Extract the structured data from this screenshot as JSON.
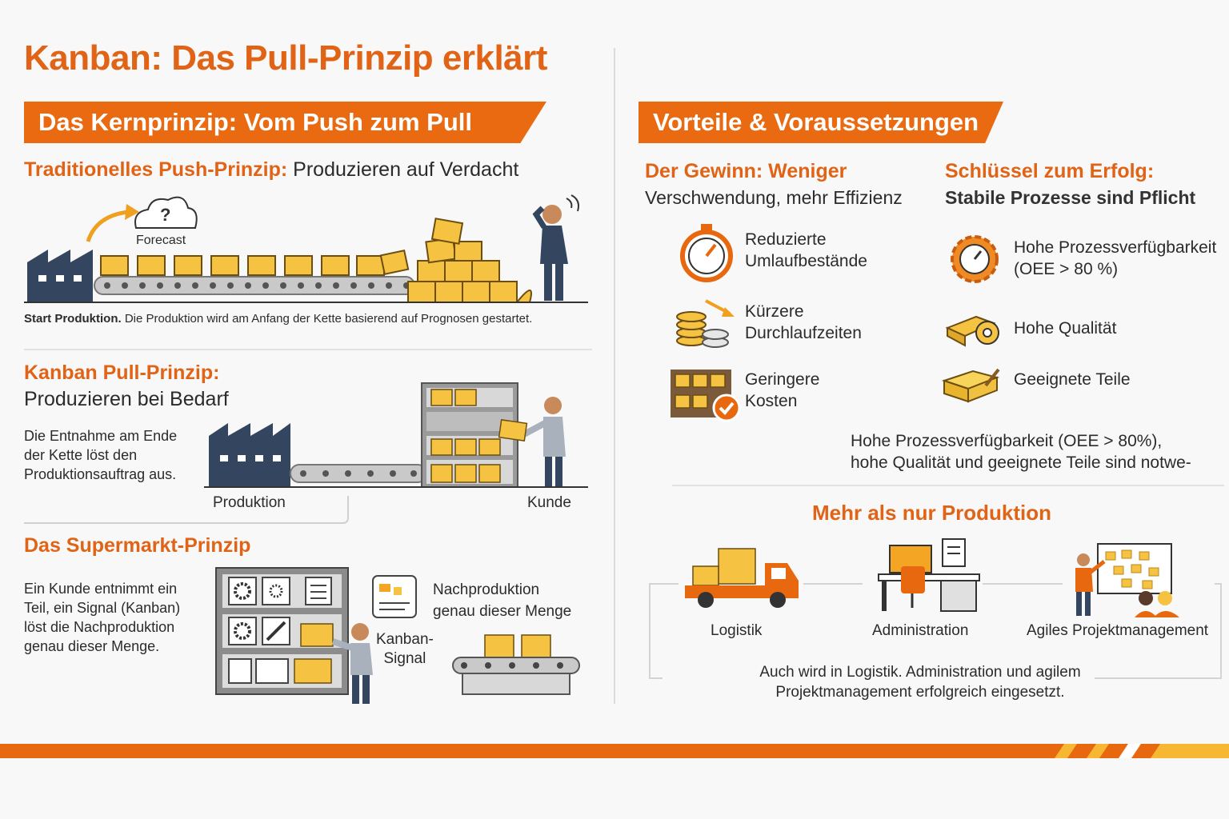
{
  "title": "Kanban: Das Pull-Prinzip erklärt",
  "left": {
    "banner": "Das Kernprinzip: Vom Push zum Pull",
    "push": {
      "heading_orange": "Traditionelles Push-Prinzip:",
      "heading_rest": "Produzieren auf Verdacht",
      "forecast_label": "Forecast",
      "forecast_mark": "?",
      "caption_bold": "Start Produktion.",
      "caption_text": "Die Produktion wird am Anfang der Kette basierend auf Prognosen gestartet."
    },
    "pull": {
      "heading_orange": "Kanban Pull-Prinzip:",
      "heading_rest": "Produzieren bei Bedarf",
      "text_lines": [
        "Die Entnahme am Ende",
        "der Kette löst den",
        "Produktionsauftrag aus."
      ],
      "label_production": "Produktion",
      "label_customer": "Kunde"
    },
    "supermarket": {
      "heading": "Das Supermarkt-Prinzip",
      "text_lines": [
        "Ein Kunde entnimmt ein",
        "Teil, ein Signal (Kanban)",
        "löst die Nachproduktion",
        "genau dieser Menge."
      ],
      "signal_label_lines": [
        "Kanban-",
        "Signal"
      ],
      "reproduction_lines": [
        "Nachproduktion",
        "genau dieser Menge"
      ]
    }
  },
  "right": {
    "banner": "Vorteile & Voraussetzungen",
    "gain": {
      "heading_orange": "Der Gewinn: Weniger",
      "heading_rest": "Verschwendung, mehr Effizienz",
      "items": [
        {
          "icon": "stopwatch-icon",
          "lines": [
            "Reduzierte",
            "Umlaufbestände"
          ]
        },
        {
          "icon": "coin-stack-icon",
          "lines": [
            "Kürzere",
            "Durchlaufzeiten"
          ]
        },
        {
          "icon": "shelf-check-icon",
          "lines": [
            "Geringere",
            "Kosten"
          ]
        }
      ]
    },
    "key": {
      "heading_orange": "Schlüssel zum Erfolg:",
      "heading_rest": "Stabile Prozesse sind Pflicht",
      "items": [
        {
          "icon": "gear-gauge-icon",
          "lines": [
            "Hohe Prozessverfügbarkeit",
            "(OEE > 80 %)"
          ]
        },
        {
          "icon": "quality-tape-icon",
          "lines": [
            "Hohe Qualität"
          ]
        },
        {
          "icon": "box-tool-icon",
          "lines": [
            "Geeignete Teile"
          ]
        }
      ],
      "summary_lines": [
        "Hohe Prozessverfügbarkeit (OEE > 80%),",
        "hohe Qualität und geeignete Teile sind notwe-"
      ]
    },
    "more": {
      "heading": "Mehr als nur Produktion",
      "areas": [
        "Logistik",
        "Administration",
        "Agiles Projektmanagement"
      ],
      "caption_lines": [
        "Auch wird in Logistik. Administration und agilem",
        "Projektmanagement erfolgreich eingesetzt."
      ]
    }
  },
  "colors": {
    "accent": "#e8680f",
    "title": "#e06316",
    "box": "#f5c242",
    "dark": "#34465f"
  }
}
